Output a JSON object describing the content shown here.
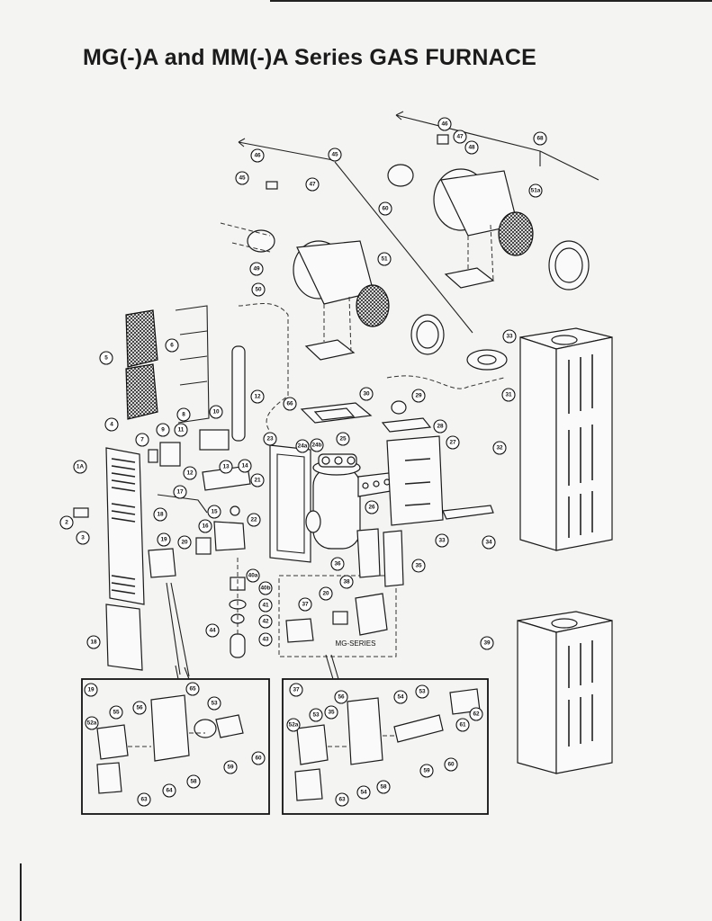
{
  "title": "MG(-)A and MM(-)A Series GAS FURNACE",
  "group_label": "MG-SERIES",
  "callouts": [
    "46",
    "47",
    "48",
    "68",
    "45",
    "46",
    "45",
    "47",
    "60",
    "51a",
    "49",
    "50",
    "51",
    "6",
    "5",
    "33",
    "12",
    "66",
    "30",
    "29",
    "31",
    "28",
    "10",
    "8",
    "4",
    "7",
    "9",
    "11",
    "12",
    "14",
    "13",
    "21",
    "23",
    "24a",
    "24b",
    "25",
    "27",
    "32",
    "1A",
    "17",
    "22",
    "15",
    "18",
    "2",
    "3",
    "16",
    "20",
    "19",
    "26",
    "33",
    "34",
    "36",
    "35",
    "40a",
    "40b",
    "41",
    "42",
    "38",
    "20",
    "37",
    "43",
    "44",
    "39",
    "18",
    "19",
    "65",
    "56",
    "52a",
    "55",
    "53",
    "60",
    "59",
    "58",
    "64",
    "63",
    "37",
    "56",
    "54",
    "53",
    "62",
    "52a",
    "53",
    "35",
    "61",
    "60",
    "59",
    "58",
    "54",
    "63"
  ]
}
